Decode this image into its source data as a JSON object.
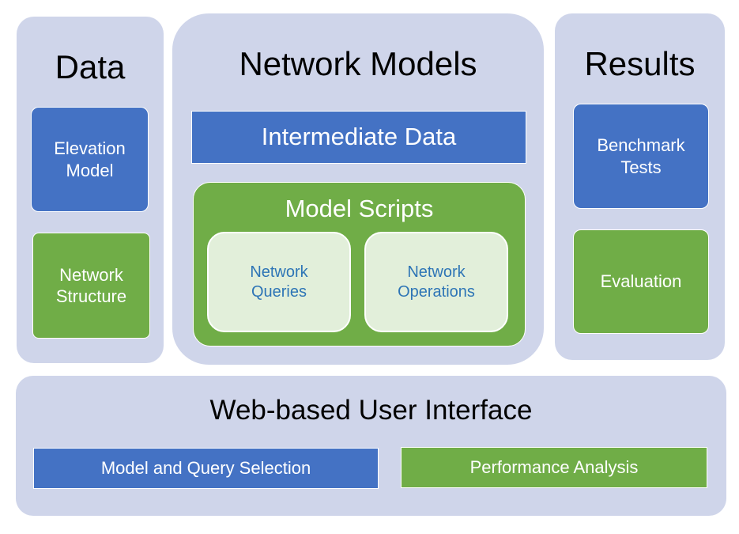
{
  "colors": {
    "panel": "#cfd5ea",
    "blue": "#4472c4",
    "green": "#70ad47",
    "light_green": "#e2efda",
    "light_text": "#2e75b6"
  },
  "data_panel": {
    "title": "Data",
    "elevation_model": "Elevation\nModel",
    "network_structure": "Network\nStructure"
  },
  "network_models_panel": {
    "title": "Network Models",
    "intermediate_data": "Intermediate Data",
    "model_scripts": {
      "title": "Model Scripts",
      "network_queries": "Network\nQueries",
      "network_operations": "Network\nOperations"
    }
  },
  "results_panel": {
    "title": "Results",
    "benchmark_tests": "Benchmark\nTests",
    "evaluation": "Evaluation"
  },
  "ui_panel": {
    "title": "Web-based User Interface",
    "model_query_selection": "Model and Query Selection",
    "performance_analysis": "Performance Analysis"
  }
}
